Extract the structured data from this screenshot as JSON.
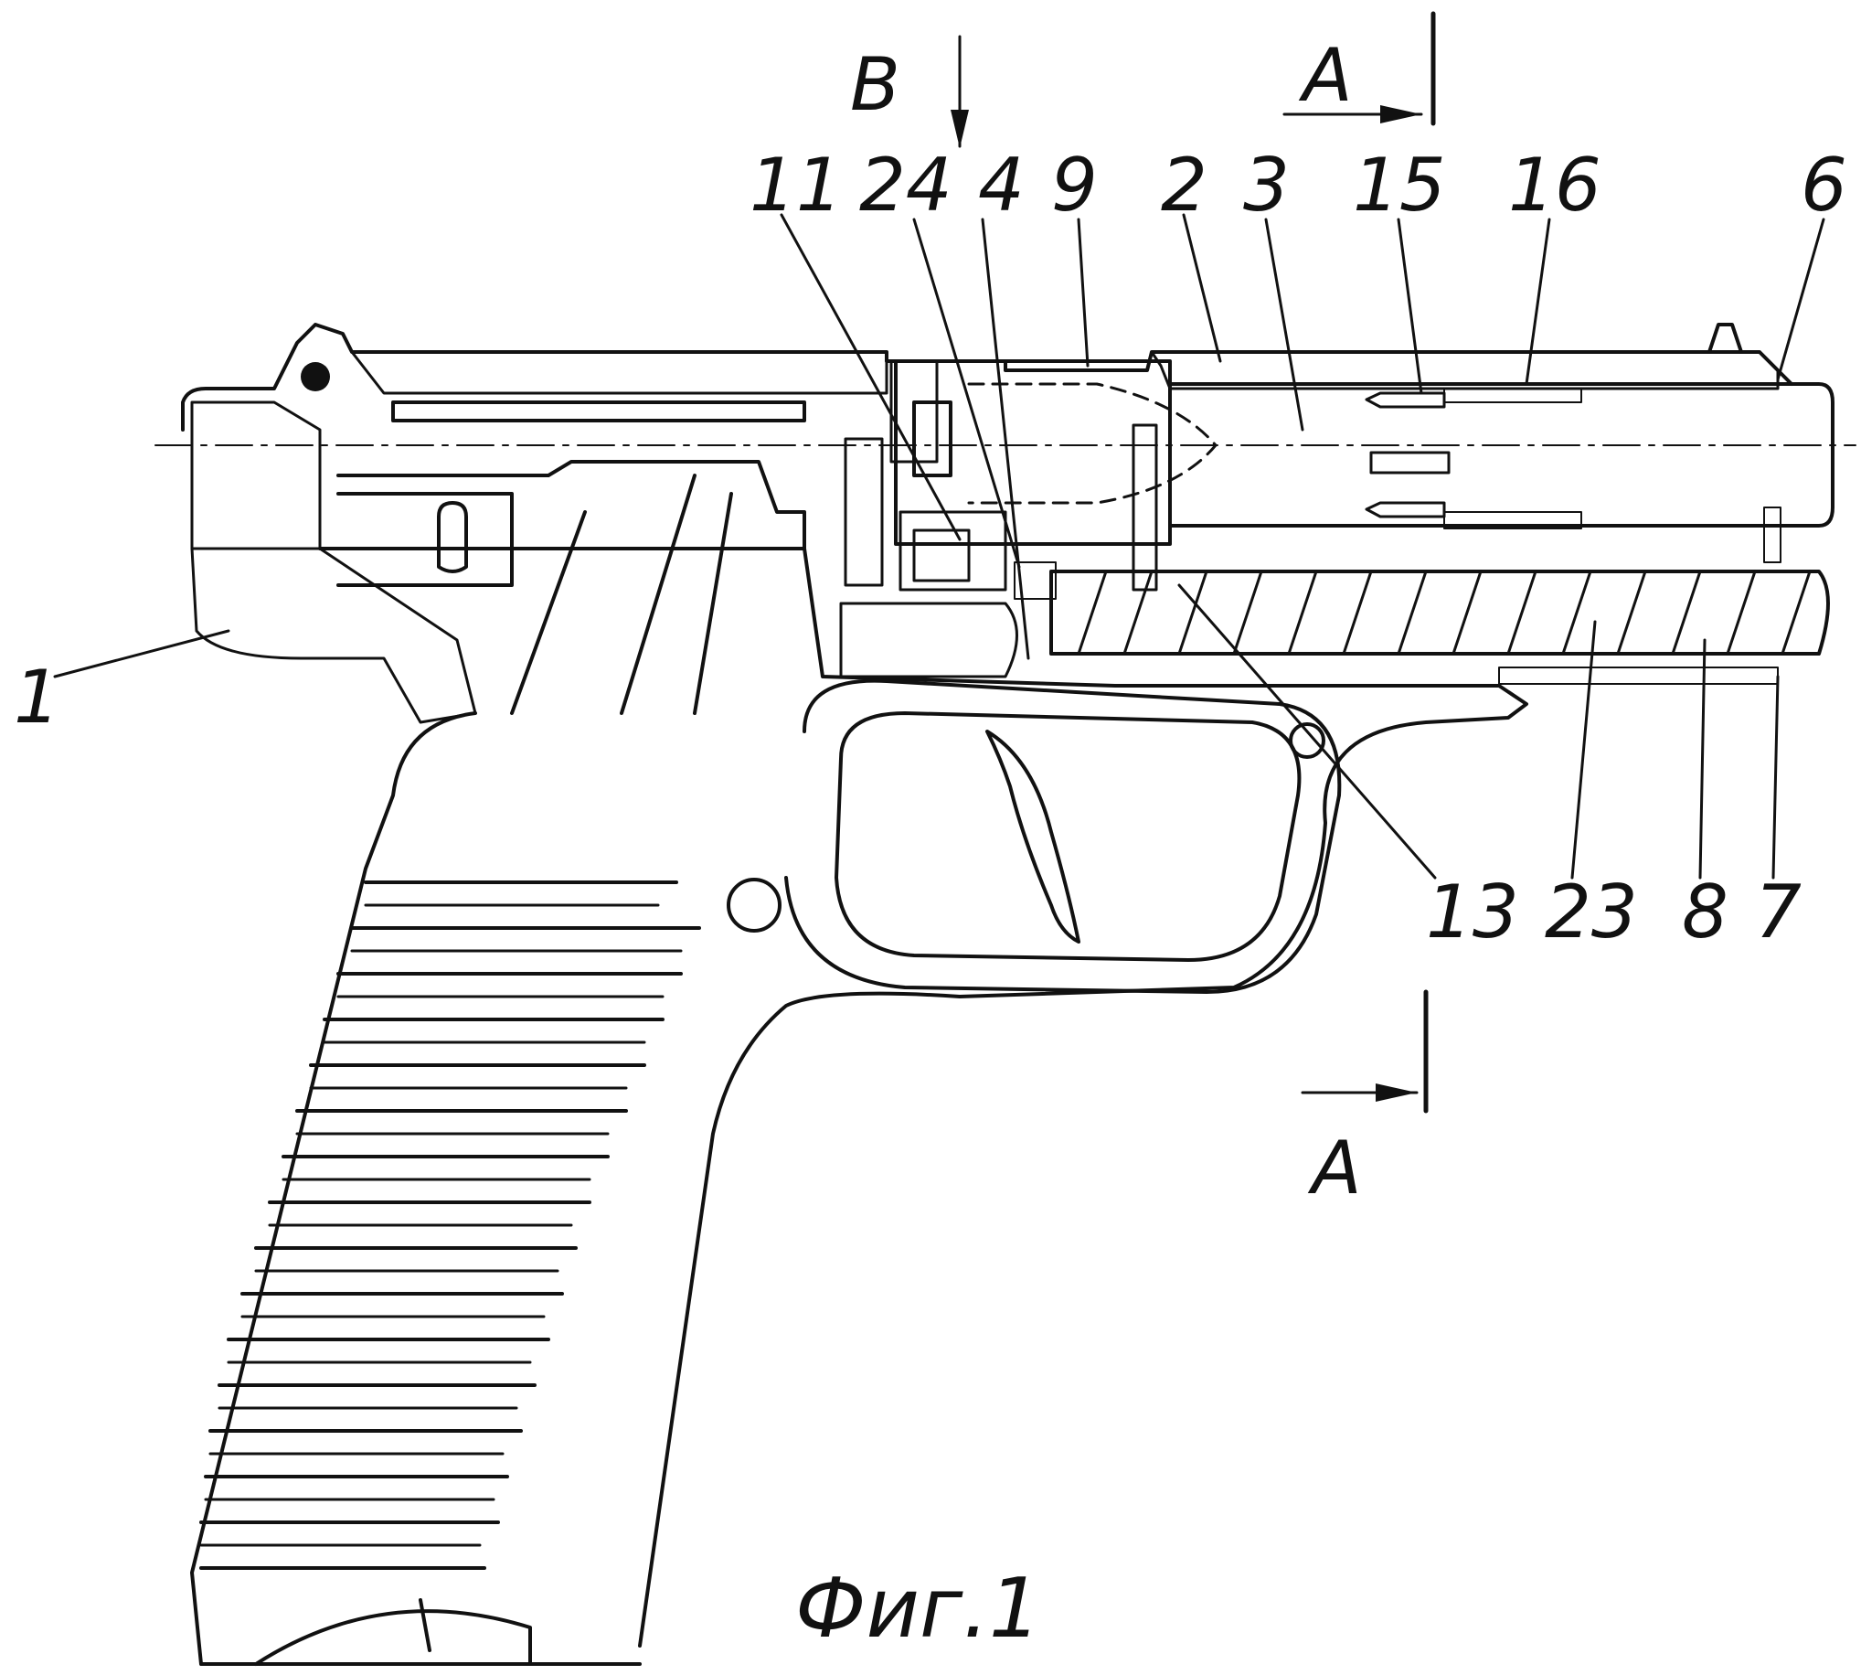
{
  "figure": {
    "caption": "Фиг.1",
    "stroke_color": "#111111",
    "background": "#ffffff"
  },
  "section_markers": {
    "view_arrow": "B",
    "section_top": "A",
    "section_bottom": "A"
  },
  "part_labels": {
    "p1": "1",
    "p11": "11",
    "p24": "24",
    "p4": "4",
    "p9": "9",
    "p2": "2",
    "p3": "3",
    "p15": "15",
    "p16": "16",
    "p6": "6",
    "p13": "13",
    "p23": "23",
    "p8": "8",
    "p7": "7"
  }
}
